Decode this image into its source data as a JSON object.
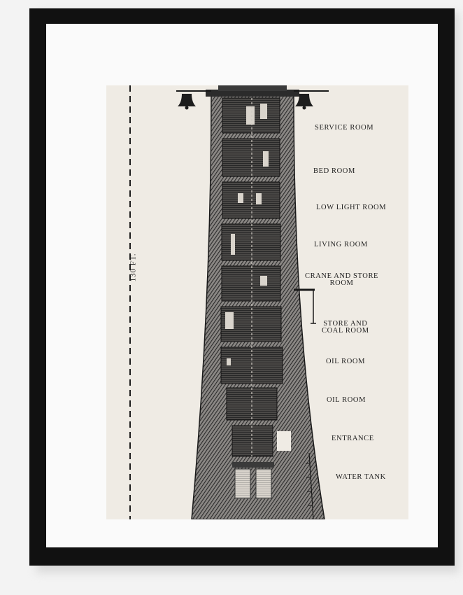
{
  "height_label": "130 FT.",
  "rooms": [
    {
      "label": "SERVICE ROOM"
    },
    {
      "label": "BED ROOM"
    },
    {
      "label": "LOW LIGHT ROOM"
    },
    {
      "label": "LIVING ROOM"
    },
    {
      "label": "CRANE AND STORE",
      "label2": "ROOM"
    },
    {
      "label": "STORE AND",
      "label2": "COAL ROOM"
    },
    {
      "label": "OIL ROOM"
    },
    {
      "label": "OIL ROOM"
    },
    {
      "label": "ENTRANCE"
    },
    {
      "label": "WATER TANK"
    }
  ]
}
